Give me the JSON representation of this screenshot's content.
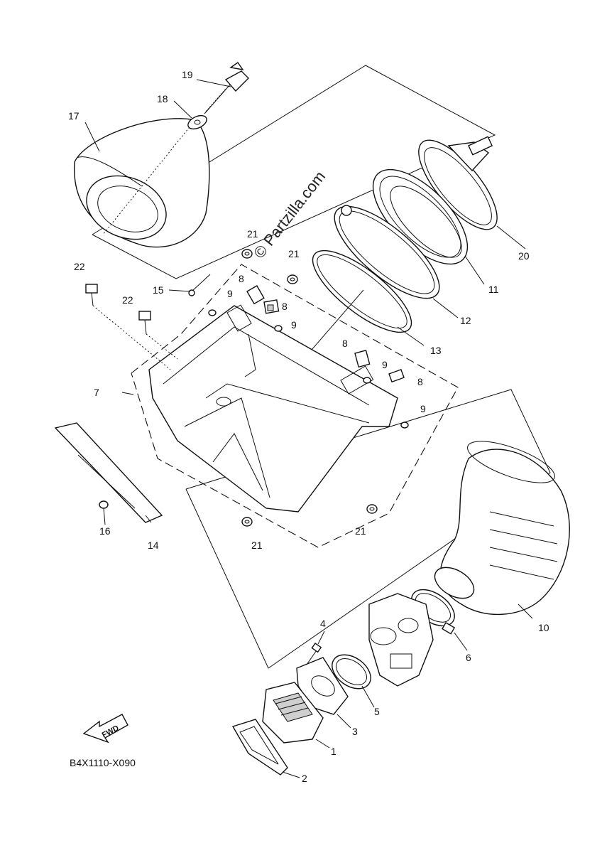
{
  "diagram": {
    "watermark": "© Partzilla.com",
    "drawing_code": "B4X1110-X090",
    "fwd_label": "FWD",
    "callouts": [
      {
        "id": "c1",
        "text": "1"
      },
      {
        "id": "c2",
        "text": "2"
      },
      {
        "id": "c3",
        "text": "3"
      },
      {
        "id": "c4",
        "text": "4"
      },
      {
        "id": "c5",
        "text": "5"
      },
      {
        "id": "c6",
        "text": "6"
      },
      {
        "id": "c7",
        "text": "7"
      },
      {
        "id": "c8a",
        "text": "8"
      },
      {
        "id": "c8b",
        "text": "8"
      },
      {
        "id": "c8c",
        "text": "8"
      },
      {
        "id": "c8d",
        "text": "8"
      },
      {
        "id": "c9a",
        "text": "9"
      },
      {
        "id": "c9b",
        "text": "9"
      },
      {
        "id": "c9c",
        "text": "9"
      },
      {
        "id": "c9d",
        "text": "9"
      },
      {
        "id": "c10",
        "text": "10"
      },
      {
        "id": "c11",
        "text": "11"
      },
      {
        "id": "c12",
        "text": "12"
      },
      {
        "id": "c13",
        "text": "13"
      },
      {
        "id": "c14",
        "text": "14"
      },
      {
        "id": "c15",
        "text": "15"
      },
      {
        "id": "c16",
        "text": "16"
      },
      {
        "id": "c17",
        "text": "17"
      },
      {
        "id": "c18",
        "text": "18"
      },
      {
        "id": "c19",
        "text": "19"
      },
      {
        "id": "c20",
        "text": "20"
      },
      {
        "id": "c21a",
        "text": "21"
      },
      {
        "id": "c21b",
        "text": "21"
      },
      {
        "id": "c21c",
        "text": "21"
      },
      {
        "id": "c21d",
        "text": "21"
      },
      {
        "id": "c22a",
        "text": "22"
      },
      {
        "id": "c22b",
        "text": "22"
      }
    ]
  }
}
